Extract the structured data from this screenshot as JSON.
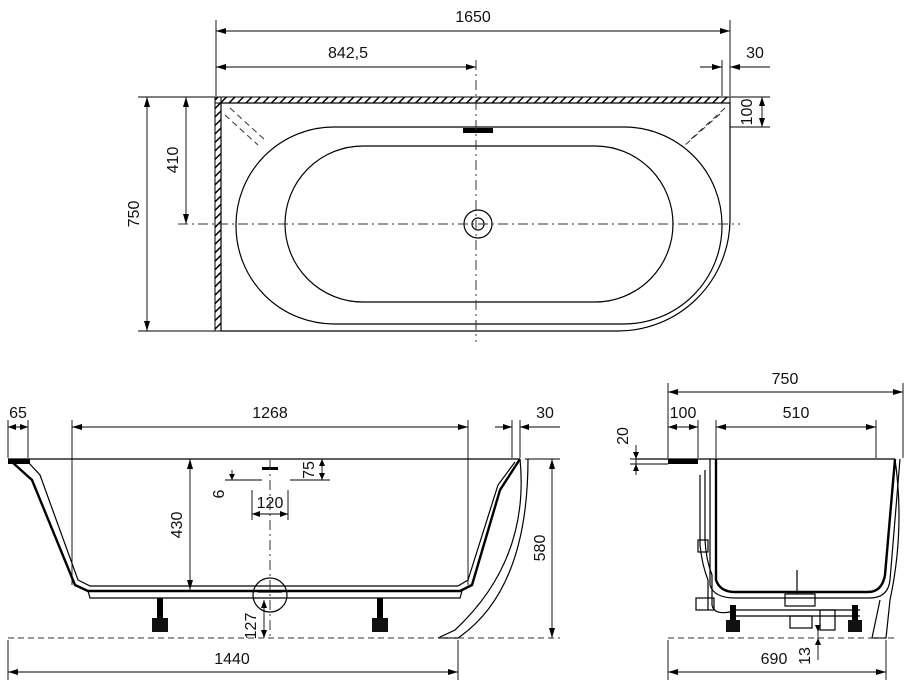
{
  "top_view": {
    "overall_width": "1650",
    "drain_offset": "842,5",
    "wall_gap": "30",
    "shelf_depth": "100",
    "overall_depth": "750",
    "drain_depth": "410"
  },
  "side_view": {
    "left_rim": "65",
    "inner_length": "1268",
    "right_gap": "30",
    "overflow_offset": "75",
    "overflow_gap": "6",
    "overflow_width": "120",
    "overflow_height": "430",
    "total_height": "580",
    "drain_height": "127",
    "base_length": "1440"
  },
  "end_view": {
    "overall_width": "750",
    "shelf": "100",
    "inner_width": "510",
    "rim_thickness": "20",
    "base_width": "690",
    "floor_gap": "13"
  }
}
